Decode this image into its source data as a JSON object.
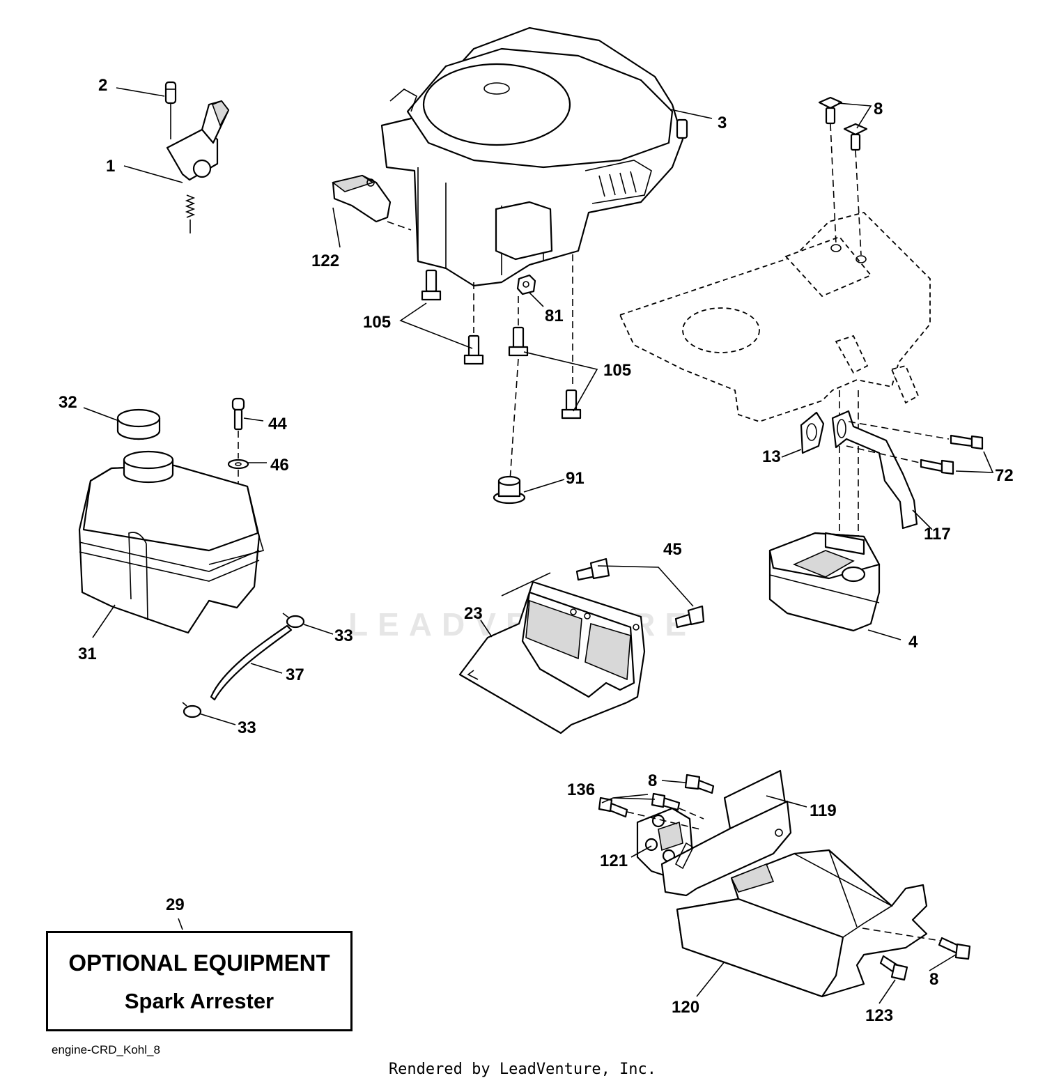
{
  "watermark": "LEADVENTURE",
  "callouts": [
    {
      "id": "c-2",
      "text": "2"
    },
    {
      "id": "c-1",
      "text": "1"
    },
    {
      "id": "c-3",
      "text": "3"
    },
    {
      "id": "c-8a",
      "text": "8"
    },
    {
      "id": "c-122",
      "text": "122"
    },
    {
      "id": "c-105a",
      "text": "105"
    },
    {
      "id": "c-81",
      "text": "81"
    },
    {
      "id": "c-105b",
      "text": "105"
    },
    {
      "id": "c-32",
      "text": "32"
    },
    {
      "id": "c-44",
      "text": "44"
    },
    {
      "id": "c-46",
      "text": "46"
    },
    {
      "id": "c-91",
      "text": "91"
    },
    {
      "id": "c-13",
      "text": "13"
    },
    {
      "id": "c-72",
      "text": "72"
    },
    {
      "id": "c-117",
      "text": "117"
    },
    {
      "id": "c-45",
      "text": "45"
    },
    {
      "id": "c-31",
      "text": "31"
    },
    {
      "id": "c-33a",
      "text": "33"
    },
    {
      "id": "c-23",
      "text": "23"
    },
    {
      "id": "c-4",
      "text": "4"
    },
    {
      "id": "c-37",
      "text": "37"
    },
    {
      "id": "c-33b",
      "text": "33"
    },
    {
      "id": "c-8b",
      "text": "8"
    },
    {
      "id": "c-136",
      "text": "136"
    },
    {
      "id": "c-119",
      "text": "119"
    },
    {
      "id": "c-121",
      "text": "121"
    },
    {
      "id": "c-29",
      "text": "29"
    },
    {
      "id": "c-8c",
      "text": "8"
    },
    {
      "id": "c-120",
      "text": "120"
    },
    {
      "id": "c-123",
      "text": "123"
    }
  ],
  "optional_equipment": {
    "title": "OPTIONAL EQUIPMENT",
    "item": "Spark Arrester"
  },
  "diagram_code": "engine-CRD_Kohl_8",
  "footer": "Rendered by LeadVenture, Inc."
}
